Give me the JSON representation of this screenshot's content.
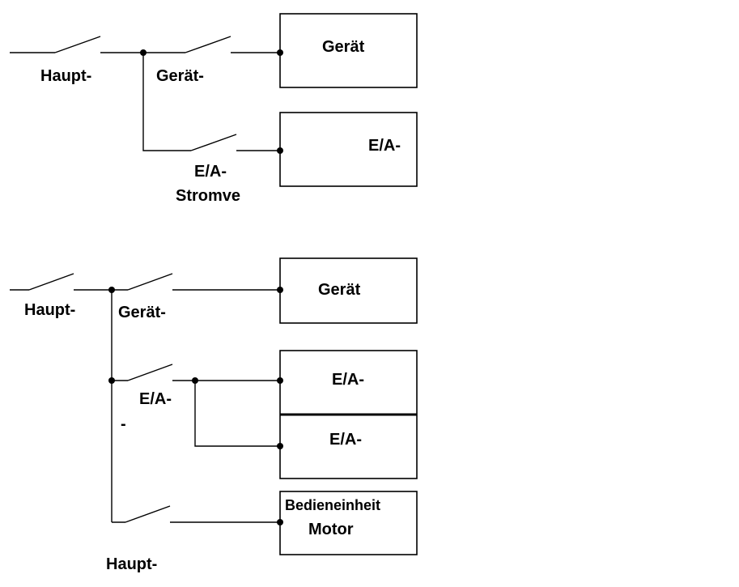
{
  "colors": {
    "line": "#000000",
    "background": "#ffffff"
  },
  "diagram_top": {
    "main_switch_label": "Haupt-",
    "device_switch_label": "Gerät-",
    "io_switch_label_line1": "E/A-",
    "io_switch_label_line2": "Stromve",
    "device_box_label": "Gerät",
    "io_box_label": "E/A-"
  },
  "diagram_bottom": {
    "main_switch_label": "Haupt-",
    "device_switch_label": "Gerät-",
    "io_switch_label_line1": "E/A-",
    "io_switch_label_line2": "-",
    "device_box_label": "Gerät",
    "io_box_upper_label": "E/A-",
    "io_box_lower_label": "E/A-",
    "motor_box_label_line1": "Bedieneinheit",
    "motor_box_label_line2": "Motor",
    "motor_switch_label": "Haupt-"
  }
}
